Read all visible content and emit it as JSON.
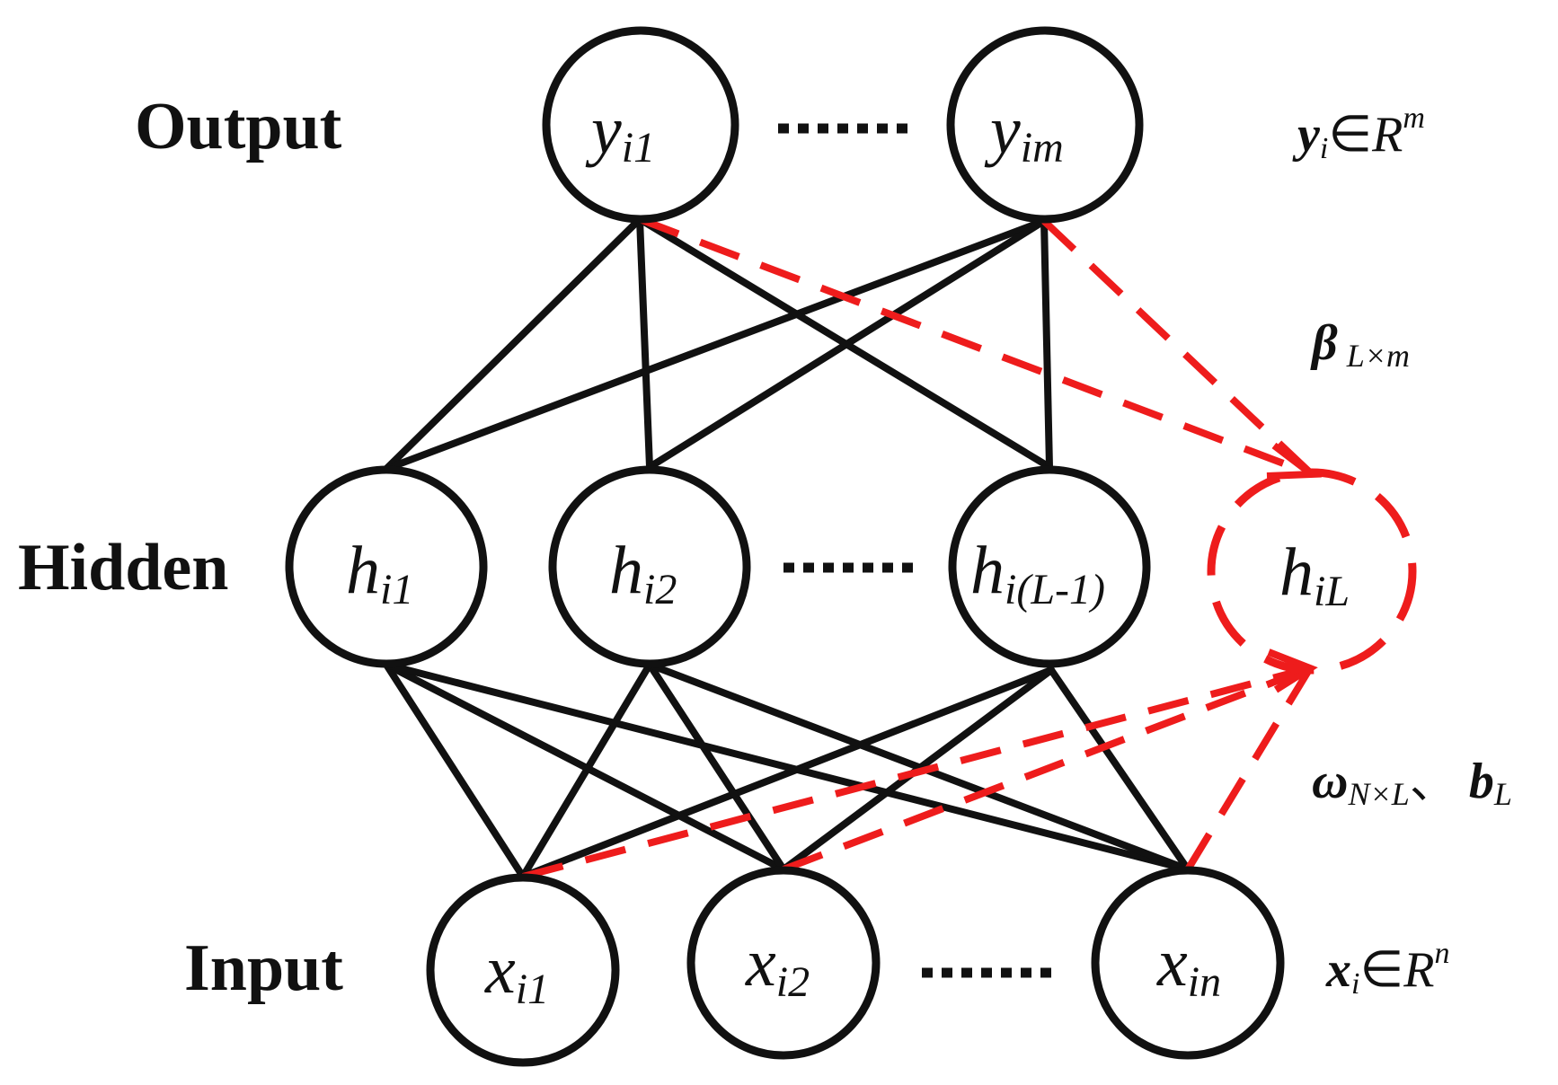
{
  "layers": {
    "output": "Output",
    "hidden": "Hidden",
    "input": "Input"
  },
  "nodes": {
    "y1": {
      "var": "y",
      "sub": "i1"
    },
    "ym": {
      "var": "y",
      "sub": "im"
    },
    "h1": {
      "var": "h",
      "sub": "i1"
    },
    "h2": {
      "var": "h",
      "sub": "i2"
    },
    "hL1": {
      "var": "h",
      "sub": "i(L-1)"
    },
    "hL": {
      "var": "h",
      "sub": "iL"
    },
    "x1": {
      "var": "x",
      "sub": "i1"
    },
    "x2": {
      "var": "x",
      "sub": "i2"
    },
    "xn": {
      "var": "x",
      "sub": "in"
    }
  },
  "annotations": {
    "output_space": {
      "var": "y",
      "sub": "i",
      "in": "∈",
      "set": "R",
      "sup": "m"
    },
    "beta": {
      "symbol": "β",
      "sub": "L×m"
    },
    "weights": {
      "omega": "ω",
      "omega_sub": "N×L",
      "sep": "、",
      "b": "b",
      "b_sub": "L"
    },
    "input_space": {
      "var": "x",
      "sub": "i",
      "in": "∈",
      "set": "R",
      "sup": "n"
    }
  },
  "colors": {
    "black": "#111111",
    "red": "#ee1c1c"
  }
}
